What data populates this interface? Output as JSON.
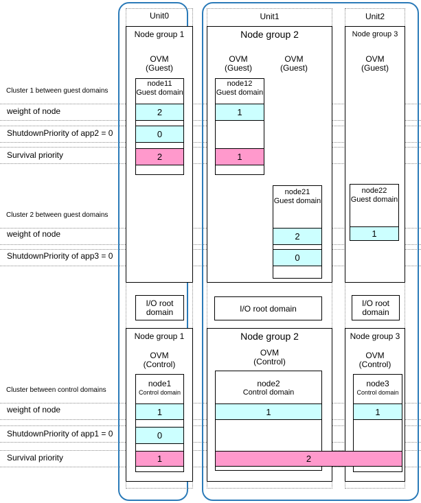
{
  "units": {
    "u0": "Unit0",
    "u1": "Unit1",
    "u2": "Unit2"
  },
  "rows": {
    "cluster1": "Cluster 1 between guest domains",
    "weight": "weight  of  node",
    "sd_app2": "ShutdownPriority of app2 =  0",
    "survival1": "Survival  priority",
    "cluster2": "Cluster 2 between guest domains",
    "sd_app3": "ShutdownPriority of app3 =  0",
    "clusterc": "Cluster between control domains",
    "sd_app1": "ShutdownPriority of app1 =  0",
    "survival2": "Survival   priority"
  },
  "ng": {
    "g1": "Node group 1",
    "g2": "Node group  2",
    "g3": "Node group 3"
  },
  "ovm": {
    "line1": "OVM",
    "guest": "(Guest)",
    "control": "(Control)"
  },
  "io": {
    "short1": "I/O root",
    "short2": "domain",
    "long": "I/O root domain"
  },
  "nodes": {
    "node11": "node11",
    "node12": "node12",
    "node21": "node21",
    "node22": "node22",
    "node1": "node1",
    "node2": "node2",
    "node3": "node3",
    "guest_domain": "Guest domain",
    "control_domain": "Control domain"
  },
  "values": {
    "n11_weight": "2",
    "n11_sd": "0",
    "n11_surv": "2",
    "n12_weight": "1",
    "n12_surv": "1",
    "n21_weight": "2",
    "n21_sd": "0",
    "n22_weight": "1",
    "n1_weight": "1",
    "n1_sd": "0",
    "n1_surv": "1",
    "n2_weight": "1",
    "n3_weight": "1",
    "n23_surv": "2"
  },
  "colors": {
    "unit_border": "#2a7ab8",
    "weight_fill": "#ccffff",
    "survival_fill": "#ff99cc"
  }
}
